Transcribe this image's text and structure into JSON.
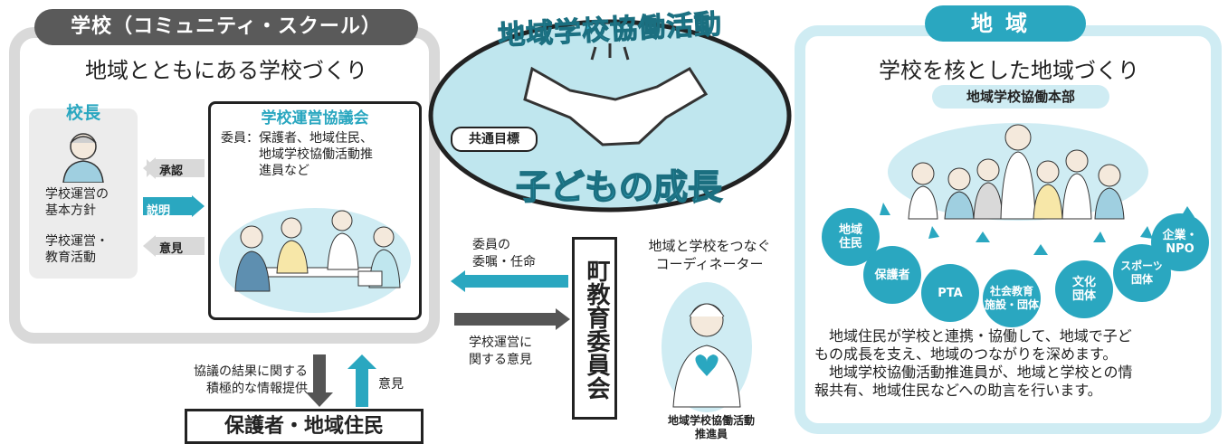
{
  "school": {
    "tag": "学校（コミュニティ・スクール）",
    "subtitle": "地域とともにある学校づくり",
    "principal": {
      "title": "校長",
      "item1_line1": "学校運営の",
      "item1_line2": "基本方針",
      "item2_line1": "学校運営・",
      "item2_line2": "教育活動"
    },
    "arrows": {
      "approve": "承認",
      "explain": "説明",
      "opinion": "意見"
    },
    "council": {
      "title": "学校運営協議会",
      "members_label": "委員：",
      "members_line1": "保護者、地域住民、",
      "members_line2": "地域学校協働活動推",
      "members_line3": "進員など"
    }
  },
  "center": {
    "title": "地域学校協働活動",
    "common_goal": "共通目標",
    "goal": "子どもの成長"
  },
  "board": {
    "commission_line1": "委員の",
    "commission_line2": "委嘱・任命",
    "opinion_line1": "学校運営に",
    "opinion_line2": "関する意見",
    "name": "町教育委員会"
  },
  "coordinator": {
    "line1": "地域と学校をつなぐ",
    "line2": "コーディネーター",
    "role_line1": "地域学校協働活動",
    "role_line2": "推進員"
  },
  "region": {
    "tag": "地域",
    "subtitle": "学校を核とした地域づくり",
    "hq": "地域学校協働本部",
    "groups": [
      "地域\n住民",
      "保護者",
      "PTA",
      "社会教育\n施設・団体",
      "文化\n団体",
      "スポーツ\n団体",
      "企業・\nNPO"
    ],
    "desc_line1": "地域住民が学校と連携・協働して、地域で子ど",
    "desc_line2": "もの成長を支え、地域のつながりを深めます。",
    "desc_line3": "地域学校協働活動推進員が、地域と学校との情",
    "desc_line4": "報共有、地域住民などへの助言を行います。"
  },
  "bottom": {
    "info_line1": "協議の結果に関する",
    "info_line2": "積極的な情報提供",
    "opinion": "意見",
    "guardians": "保護者・地域住民"
  },
  "colors": {
    "accent": "#2aa7c0",
    "ellipse": "#bfe6ee",
    "gray": "#d9d9d9",
    "dark_gray": "#5a5a5a"
  }
}
